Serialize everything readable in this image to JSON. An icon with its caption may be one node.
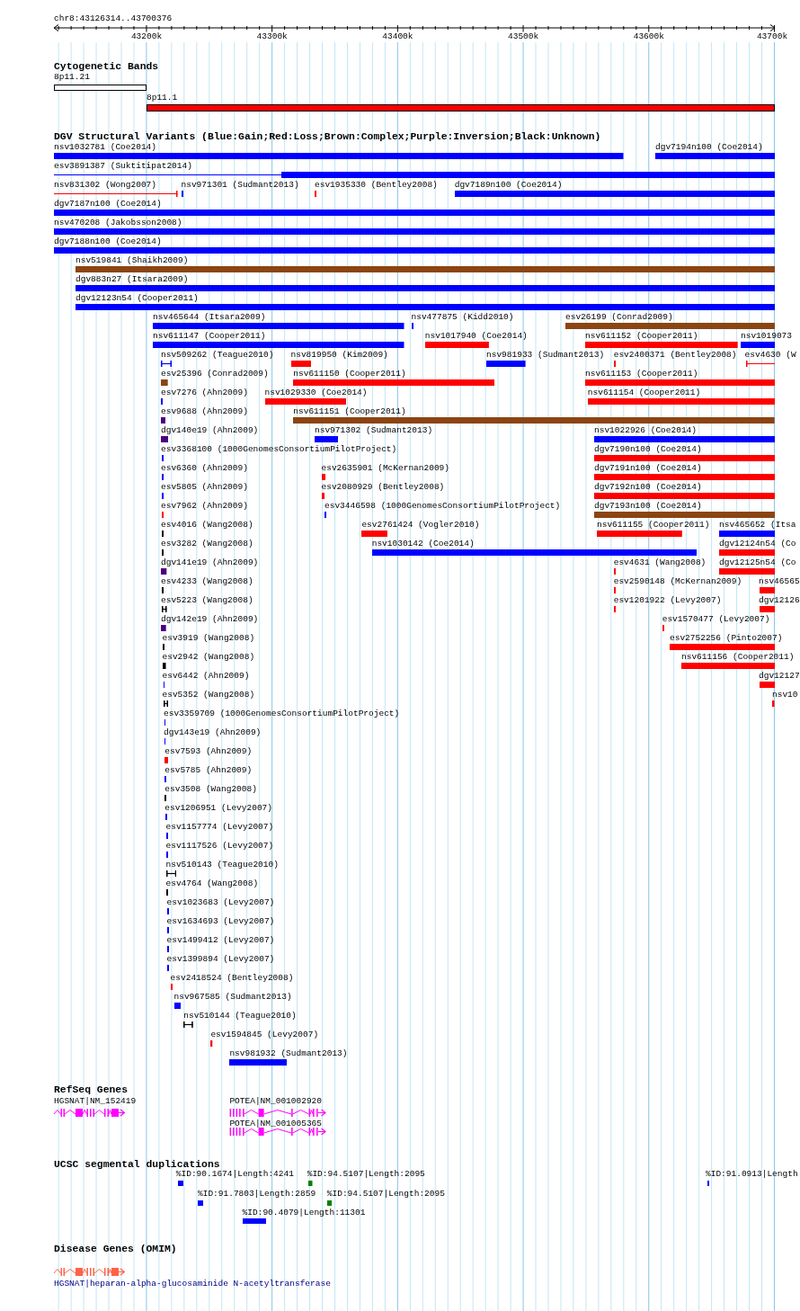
{
  "diagram": {
    "labels": [
      "chr8:43126314..43700376",
      "43200k",
      "43300k",
      "43400k",
      "43500k",
      "43600k",
      "43700k",
      "Cytogenetic Bands",
      "8p11.21",
      "8p11.1",
      "DGV Structural Variants (Blue:Gain;Red:Loss;Brown:Complex;Purple:Inversion;Black:Unknown)",
      "nsv1032781 (Coe2014)",
      "dgv7194n100 (Coe2014)",
      "esv3891387 (Suktitipat2014)",
      "nsv831302 (Wong2007)",
      "nsv971301 (Sudmant2013)",
      "esv1935330 (Bentley2008)",
      "dgv7189n100 (Coe2014)",
      "dgv7187n100 (Coe2014)",
      "nsv470208 (Jakobsson2008)",
      "dgv7188n100 (Coe2014)",
      "nsv519841 (Shaikh2009)",
      "dgv883n27 (Itsara2009)",
      "dgv12123n54 (Cooper2011)",
      "nsv465644 (Itsara2009)",
      "nsv477875 (Kidd2010)",
      "esv26199 (Conrad2009)",
      "nsv611147 (Cooper2011)",
      "nsv1017940 (Coe2014)",
      "nsv611152 (Cooper2011)",
      "nsv1019073",
      "nsv509262 (Teague2010)",
      "nsv819950 (Kim2009)",
      "nsv981933 (Sudmant2013)",
      "esv2400371 (Bentley2008)",
      "esv4630 (W",
      "esv25396 (Conrad2009)",
      "nsv611150 (Cooper2011)",
      "nsv611153 (Cooper2011)",
      "esv7276 (Ahn2009)",
      "nsv1029330 (Coe2014)",
      "nsv611154 (Cooper2011)",
      "esv9688 (Ahn2009)",
      "nsv611151 (Cooper2011)",
      "dgv140e19 (Ahn2009)",
      "nsv971302 (Sudmant2013)",
      "nsv1022926 (Coe2014)",
      "esv3368100 (1000GenomesConsortiumPilotProject)",
      "dgv7190n100 (Coe2014)",
      "esv6360 (Ahn2009)",
      "esv2635901 (McKernan2009)",
      "dgv7191n100 (Coe2014)",
      "esv5805 (Ahn2009)",
      "esv2080929 (Bentley2008)",
      "dgv7192n100 (Coe2014)",
      "esv7962 (Ahn2009)",
      "esv3446598 (1000GenomesConsortiumPilotProject)",
      "dgv7193n100 (Coe2014)",
      "esv4016 (Wang2008)",
      "esv2761424 (Vogler2010)",
      "nsv611155 (Cooper2011)",
      "nsv465652 (Itsa",
      "esv3282 (Wang2008)",
      "nsv1030142 (Coe2014)",
      "dgv12124n54 (Co",
      "dgv141e19 (Ahn2009)",
      "esv4631 (Wang2008)",
      "dgv12125n54 (Co",
      "esv4233 (Wang2008)",
      "esv2590148 (McKernan2009)",
      "nsv46565",
      "esv5223 (Wang2008)",
      "esv1201922 (Levy2007)",
      "dgv12126",
      "dgv142e19 (Ahn2009)",
      "esv1570477 (Levy2007)",
      "esv3919 (Wang2008)",
      "esv2752256 (Pinto2007)",
      "esv2942 (Wang2008)",
      "nsv611156 (Cooper2011)",
      "esv6442 (Ahn2009)",
      "dgv12127",
      "esv5352 (Wang2008)",
      "nsv10",
      "esv3359709 (1000GenomesConsortiumPilotProject)",
      "dgv143e19 (Ahn2009)",
      "esv7593 (Ahn2009)",
      "esv5785 (Ahn2009)",
      "esv3508 (Wang2008)",
      "esv1206951 (Levy2007)",
      "esv1157774 (Levy2007)",
      "esv1117526 (Levy2007)",
      "nsv510143 (Teague2010)",
      "esv4764 (Wang2008)",
      "esv1023683 (Levy2007)",
      "esv1634693 (Levy2007)",
      "esv1499412 (Levy2007)",
      "esv1399894 (Levy2007)",
      "esv2418524 (Bentley2008)",
      "nsv967585 (Sudmant2013)",
      "nsv510144 (Teague2010)",
      "esv1594845 (Levy2007)",
      "nsv981932 (Sudmant2013)",
      "RefSeq Genes",
      "HGSNAT|NM_152419",
      "POTEA|NM_001002920",
      "POTEA|NM_001005365",
      "UCSC segmental duplications",
      "%ID:90.1674|Length:4241",
      "%ID:94.5107|Length:2095",
      "%ID:91.0913|Length",
      "%ID:91.7803|Length:2859",
      "%ID:94.5107|Length:2095",
      "%ID:90.4079|Length:11301",
      "Disease Genes (OMIM)",
      "HGSNAT|heparan-alpha-glucosaminide N-acetyltransferase"
    ]
  }
}
